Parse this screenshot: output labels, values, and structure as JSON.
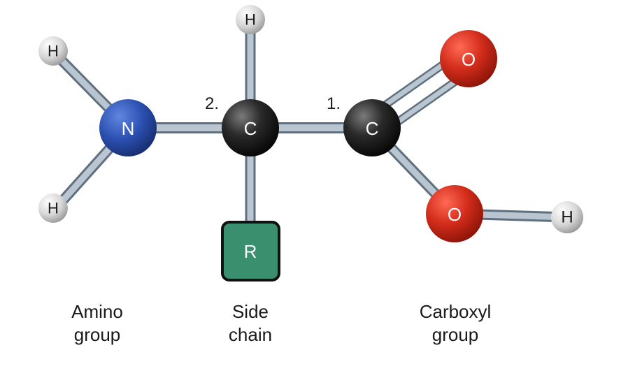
{
  "colors": {
    "nitrogen": "#2244aa",
    "carbon": "#1a1a1a",
    "oxygen": "#cc2a1a",
    "hydrogen": "#d8d8d8",
    "side_chain": "#3a8f6e",
    "bond": "#a9b6c2"
  },
  "atoms": {
    "h_n_top": "H",
    "h_n_bottom": "H",
    "nitrogen": "N",
    "alpha_carbon": "C",
    "h_alpha": "H",
    "carboxyl_carbon": "C",
    "oxygen_double": "O",
    "oxygen_hydroxyl": "O",
    "h_hydroxyl": "H",
    "side_chain": "R"
  },
  "numbers": {
    "alpha_carbon": "2.",
    "carboxyl_carbon": "1."
  },
  "groups": {
    "amino": [
      "Amino",
      "group"
    ],
    "side_chain": [
      "Side",
      "chain"
    ],
    "carboxyl": [
      "Carboxyl",
      "group"
    ]
  }
}
